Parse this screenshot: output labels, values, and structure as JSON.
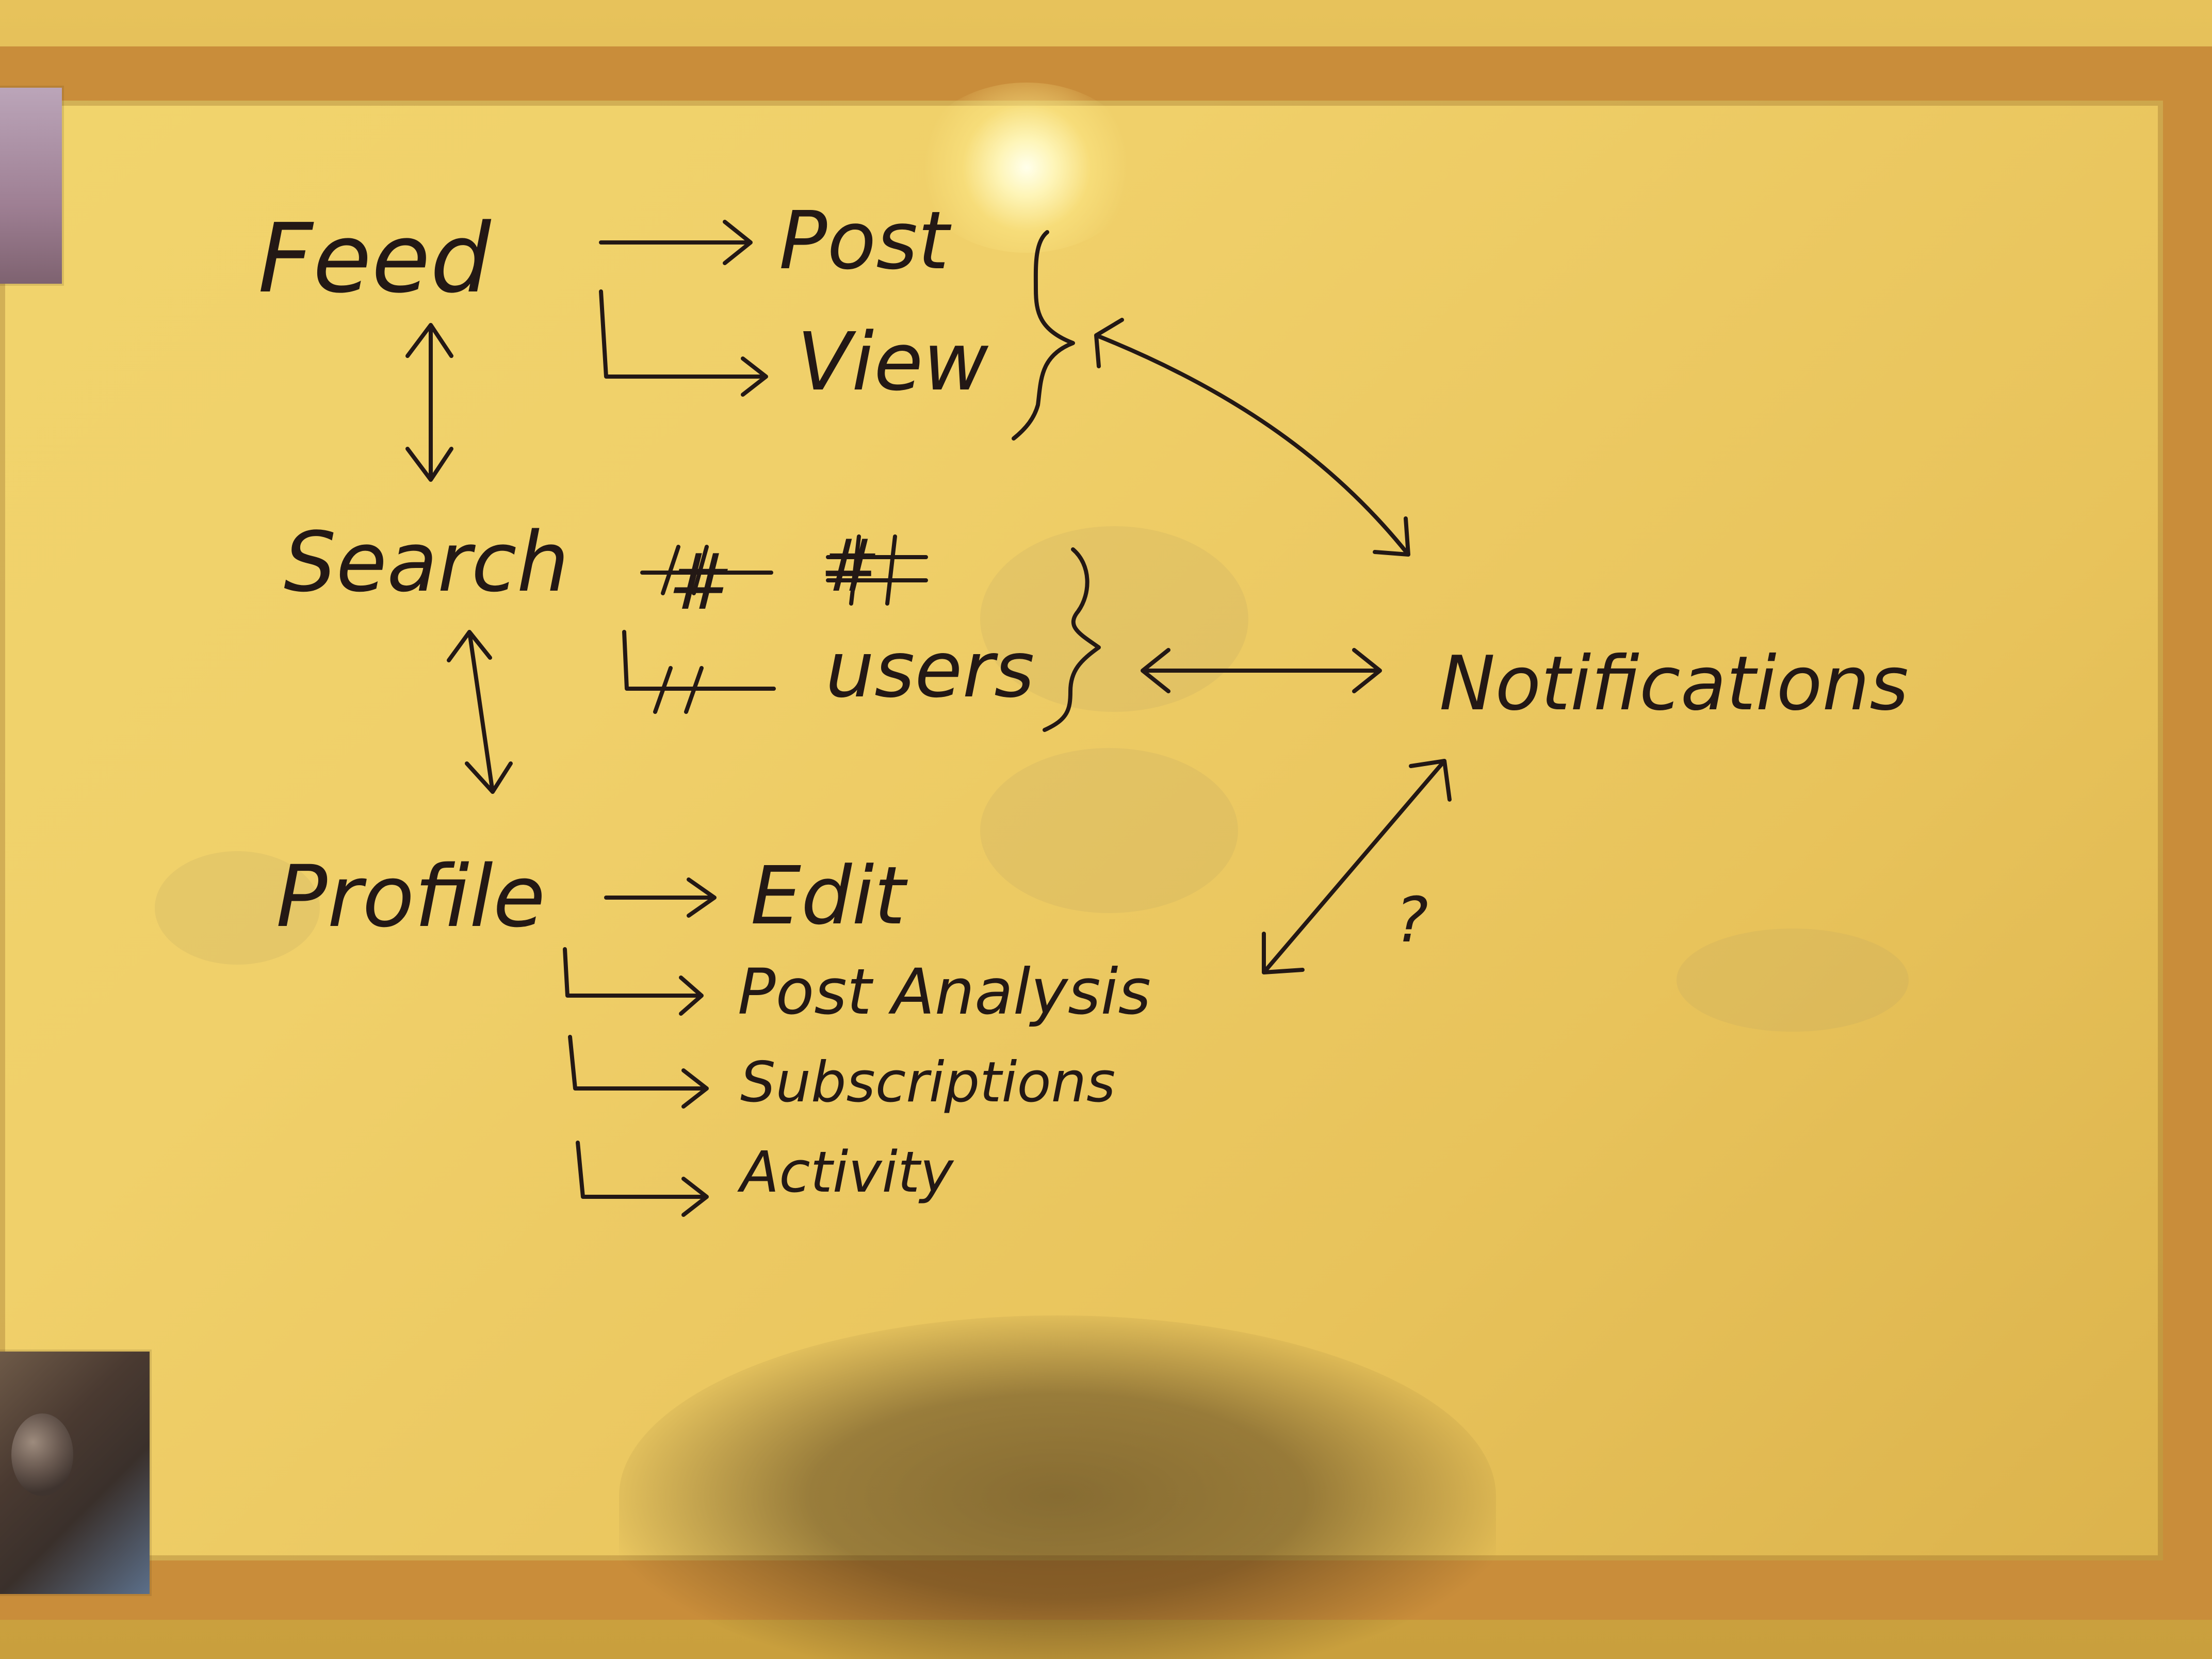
{
  "diagram": {
    "nodes": {
      "feed": "Feed",
      "post": "Post",
      "view": "View",
      "search": "Search",
      "hash_left": "#",
      "hash_right": "#",
      "users": "users",
      "notifications": "Notifications",
      "profile": "Profile",
      "edit": "Edit",
      "post_analysis": "Post Analysis",
      "subscriptions": "Subscriptions",
      "activity": "Activity",
      "question_mark": "?"
    }
  }
}
